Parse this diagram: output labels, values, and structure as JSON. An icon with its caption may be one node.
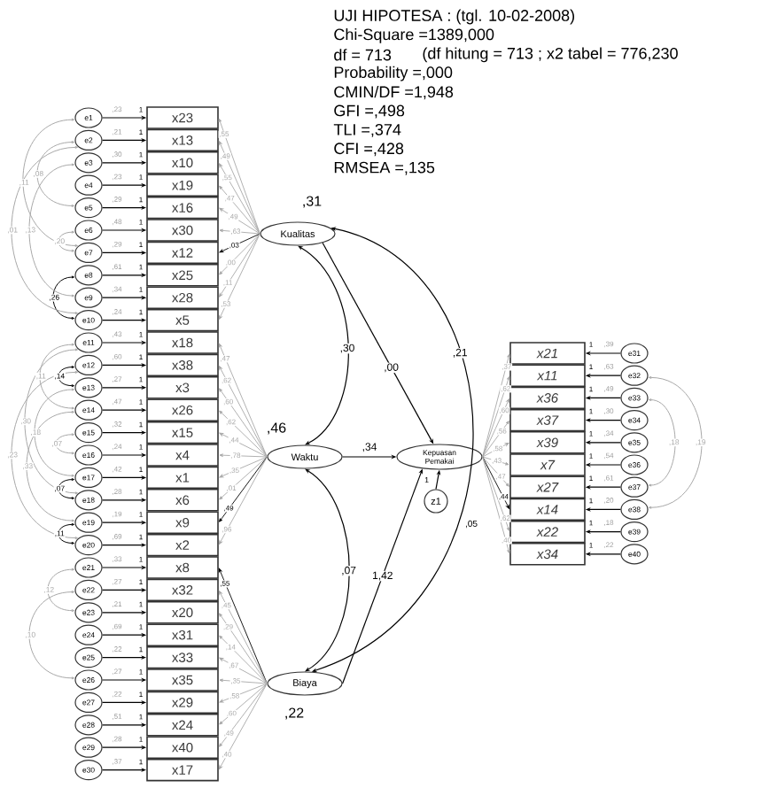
{
  "diagram": {
    "title": "UJI HIPOTESA : (tgl. 10-02-2008)",
    "nodes": [
      {
        "text": [
          "x23"
        ]
      },
      {
        "text": [
          "x13"
        ]
      },
      {
        "text": [
          "x10"
        ]
      },
      {
        "text": [
          "x19"
        ]
      },
      {
        "text": [
          "x16"
        ]
      },
      {
        "text": [
          "x30"
        ]
      },
      {
        "text": [
          "x12"
        ]
      },
      {
        "text": [
          "x25"
        ]
      },
      {
        "text": [
          "x28"
        ]
      },
      {
        "text": [
          "x5"
        ]
      },
      {
        "text": [
          "x18"
        ]
      },
      {
        "text": [
          "x38"
        ]
      },
      {
        "text": [
          "x3"
        ]
      },
      {
        "text": [
          "x26"
        ]
      },
      {
        "text": [
          "x15"
        ]
      },
      {
        "text": [
          "x4"
        ]
      },
      {
        "text": [
          "x1"
        ]
      },
      {
        "text": [
          "x6"
        ]
      },
      {
        "text": [
          "x9"
        ]
      },
      {
        "text": [
          "x2"
        ]
      },
      {
        "text": [
          "x8"
        ]
      },
      {
        "text": [
          "x32"
        ]
      },
      {
        "text": [
          "x20"
        ]
      },
      {
        "text": [
          "x31"
        ]
      },
      {
        "text": [
          "x33"
        ]
      },
      {
        "text": [
          "x35"
        ]
      },
      {
        "text": [
          "x29"
        ]
      },
      {
        "text": [
          "x24"
        ]
      },
      {
        "text": [
          "x40"
        ]
      },
      {
        "text": [
          "x17"
        ]
      },
      {
        "text": [
          "e1"
        ],
        "beside": [
          ",23"
        ]
      },
      {
        "text": [
          "e2"
        ],
        "beside": [
          ",21"
        ]
      },
      {
        "text": [
          "e3"
        ],
        "beside": [
          ",30"
        ]
      },
      {
        "text": [
          "e4"
        ],
        "beside": [
          ",23"
        ]
      },
      {
        "text": [
          "e5"
        ],
        "beside": [
          ",29"
        ]
      },
      {
        "text": [
          "e6"
        ],
        "beside": [
          ",48"
        ]
      },
      {
        "text": [
          "e7"
        ],
        "beside": [
          ",29"
        ]
      },
      {
        "text": [
          "e8"
        ],
        "beside": [
          ",61"
        ]
      },
      {
        "text": [
          "e9"
        ],
        "beside": [
          ",34"
        ]
      },
      {
        "text": [
          "e10"
        ],
        "beside": [
          ",24"
        ]
      },
      {
        "text": [
          "e11"
        ],
        "beside": [
          ",43"
        ]
      },
      {
        "text": [
          "e12"
        ],
        "beside": [
          ",60"
        ]
      },
      {
        "text": [
          "e13"
        ],
        "beside": [
          ",27"
        ]
      },
      {
        "text": [
          "e14"
        ],
        "beside": [
          ",47"
        ]
      },
      {
        "text": [
          "e15"
        ],
        "beside": [
          ",32"
        ]
      },
      {
        "text": [
          "e16"
        ],
        "beside": [
          ",24"
        ]
      },
      {
        "text": [
          "e17"
        ],
        "beside": [
          ",42"
        ]
      },
      {
        "text": [
          "e18"
        ],
        "beside": [
          ",28"
        ]
      },
      {
        "text": [
          "e19"
        ],
        "beside": [
          ",19"
        ]
      },
      {
        "text": [
          "e20"
        ],
        "beside": [
          ",69"
        ]
      },
      {
        "text": [
          "e21"
        ],
        "beside": [
          ",33"
        ]
      },
      {
        "text": [
          "e22"
        ],
        "beside": [
          ",27"
        ]
      },
      {
        "text": [
          "e23"
        ],
        "beside": [
          ",21"
        ]
      },
      {
        "text": [
          "e24"
        ],
        "beside": [
          ",69"
        ]
      },
      {
        "text": [
          "e25"
        ],
        "beside": [
          ",22"
        ]
      },
      {
        "text": [
          "e26"
        ],
        "beside": [
          ",27"
        ]
      },
      {
        "text": [
          "e27"
        ],
        "beside": [
          ",22"
        ]
      },
      {
        "text": [
          "e28"
        ],
        "beside": [
          ",51"
        ]
      },
      {
        "text": [
          "e29"
        ],
        "beside": [
          ",28"
        ]
      },
      {
        "text": [
          "e30"
        ],
        "beside": [
          ",37"
        ]
      },
      {
        "text": [
          "Kualitas"
        ],
        "beside": [
          ",31"
        ]
      },
      {
        "text": [
          "Waktu"
        ],
        "beside": [
          ",46"
        ]
      },
      {
        "text": [
          "Biaya"
        ],
        "beside": [
          ",22"
        ]
      },
      {
        "text": [
          "Kepuasan Pemakai"
        ]
      },
      {
        "text": [
          "z1"
        ],
        "beside": [
          ",05"
        ]
      },
      {
        "text": [
          "x21"
        ]
      },
      {
        "text": [
          "x11"
        ]
      },
      {
        "text": [
          "x36"
        ]
      },
      {
        "text": [
          "x37"
        ]
      },
      {
        "text": [
          "x39"
        ]
      },
      {
        "text": [
          "x7"
        ]
      },
      {
        "text": [
          "x27"
        ]
      },
      {
        "text": [
          "x14"
        ]
      },
      {
        "text": [
          "x22"
        ]
      },
      {
        "text": [
          "x34"
        ]
      },
      {
        "text": [
          "e31"
        ],
        "beside": [
          ",39"
        ]
      },
      {
        "text": [
          "e32"
        ],
        "beside": [
          ",63"
        ]
      },
      {
        "text": [
          "e33"
        ],
        "beside": [
          ",49"
        ]
      },
      {
        "text": [
          "e34"
        ],
        "beside": [
          ",30"
        ]
      },
      {
        "text": [
          "e35"
        ],
        "beside": [
          ",34"
        ]
      },
      {
        "text": [
          "e36"
        ],
        "beside": [
          ",54"
        ]
      },
      {
        "text": [
          "e37"
        ],
        "beside": [
          ",61"
        ]
      },
      {
        "text": [
          "e38"
        ],
        "beside": [
          ",20"
        ]
      },
      {
        "text": [
          "e39"
        ],
        "beside": [
          ",18"
        ]
      },
      {
        "text": [
          "e40"
        ],
        "beside": [
          ",22"
        ]
      }
    ],
    "edges": [
      {
        "from": 30,
        "to": 0,
        "arrow": "to",
        "label": "1"
      },
      {
        "from": 31,
        "to": 1,
        "arrow": "to",
        "label": "1"
      },
      {
        "from": 32,
        "to": 2,
        "arrow": "to",
        "label": "1"
      },
      {
        "from": 33,
        "to": 3,
        "arrow": "to",
        "label": "1"
      },
      {
        "from": 34,
        "to": 4,
        "arrow": "to",
        "label": "1"
      },
      {
        "from": 35,
        "to": 5,
        "arrow": "to",
        "label": "1"
      },
      {
        "from": 36,
        "to": 6,
        "arrow": "to",
        "label": "1"
      },
      {
        "from": 37,
        "to": 7,
        "arrow": "to",
        "label": "1"
      },
      {
        "from": 38,
        "to": 8,
        "arrow": "to",
        "label": "1"
      },
      {
        "from": 39,
        "to": 9,
        "arrow": "to",
        "label": "1"
      },
      {
        "from": 40,
        "to": 10,
        "arrow": "to",
        "label": "1"
      },
      {
        "from": 41,
        "to": 11,
        "arrow": "to",
        "label": "1"
      },
      {
        "from": 42,
        "to": 12,
        "arrow": "to",
        "label": "1"
      },
      {
        "from": 43,
        "to": 13,
        "arrow": "to",
        "label": "1"
      },
      {
        "from": 44,
        "to": 14,
        "arrow": "to",
        "label": "1"
      },
      {
        "from": 45,
        "to": 15,
        "arrow": "to",
        "label": "1"
      },
      {
        "from": 46,
        "to": 16,
        "arrow": "to",
        "label": "1"
      },
      {
        "from": 47,
        "to": 17,
        "arrow": "to",
        "label": "1"
      },
      {
        "from": 48,
        "to": 18,
        "arrow": "to",
        "label": "1"
      },
      {
        "from": 49,
        "to": 19,
        "arrow": "to",
        "label": "1"
      },
      {
        "from": 50,
        "to": 20,
        "arrow": "to",
        "label": "1"
      },
      {
        "from": 51,
        "to": 21,
        "arrow": "to",
        "label": "1"
      },
      {
        "from": 52,
        "to": 22,
        "arrow": "to",
        "label": "1"
      },
      {
        "from": 53,
        "to": 23,
        "arrow": "to",
        "label": "1"
      },
      {
        "from": 54,
        "to": 24,
        "arrow": "to",
        "label": "1"
      },
      {
        "from": 55,
        "to": 25,
        "arrow": "to",
        "label": "1"
      },
      {
        "from": 56,
        "to": 26,
        "arrow": "to",
        "label": "1"
      },
      {
        "from": 57,
        "to": 27,
        "arrow": "to",
        "label": "1"
      },
      {
        "from": 58,
        "to": 28,
        "arrow": "to",
        "label": "1"
      },
      {
        "from": 59,
        "to": 29,
        "arrow": "to",
        "label": "1"
      },
      {
        "from": 75,
        "to": 65,
        "arrow": "to",
        "label": "1"
      },
      {
        "from": 76,
        "to": 66,
        "arrow": "to",
        "label": "1"
      },
      {
        "from": 77,
        "to": 67,
        "arrow": "to",
        "label": "1"
      },
      {
        "from": 78,
        "to": 68,
        "arrow": "to",
        "label": "1"
      },
      {
        "from": 79,
        "to": 69,
        "arrow": "to",
        "label": "1"
      },
      {
        "from": 80,
        "to": 70,
        "arrow": "to",
        "label": "1"
      },
      {
        "from": 81,
        "to": 71,
        "arrow": "to",
        "label": "1"
      },
      {
        "from": 82,
        "to": 72,
        "arrow": "to",
        "label": "1"
      },
      {
        "from": 83,
        "to": 73,
        "arrow": "to",
        "label": "1"
      },
      {
        "from": 84,
        "to": 74,
        "arrow": "to",
        "label": "1"
      },
      {
        "from": 60,
        "to": 0,
        "arrow": "to",
        "label": ",55",
        "color": "#a8a8a8"
      },
      {
        "from": 60,
        "to": 1,
        "arrow": "to",
        "label": ",49",
        "color": "#a8a8a8"
      },
      {
        "from": 60,
        "to": 2,
        "arrow": "to",
        "label": ",55",
        "color": "#a8a8a8"
      },
      {
        "from": 60,
        "to": 3,
        "arrow": "to",
        "label": ",47",
        "color": "#a8a8a8"
      },
      {
        "from": 60,
        "to": 4,
        "arrow": "to",
        "label": ",49",
        "color": "#a8a8a8"
      },
      {
        "from": 60,
        "to": 5,
        "arrow": "to",
        "label": ",63",
        "color": "#a8a8a8"
      },
      {
        "from": 60,
        "to": 6,
        "arrow": "to",
        "label": ",03"
      },
      {
        "from": 60,
        "to": 7,
        "arrow": "to",
        "label": ",00",
        "color": "#a8a8a8"
      },
      {
        "from": 60,
        "to": 8,
        "arrow": "to",
        "label": ",11",
        "color": "#a8a8a8"
      },
      {
        "from": 60,
        "to": 9,
        "arrow": "to",
        "label": ",53",
        "color": "#a8a8a8"
      },
      {
        "from": 61,
        "to": 10,
        "arrow": "to",
        "label": ",47",
        "color": "#a8a8a8"
      },
      {
        "from": 61,
        "to": 11,
        "arrow": "to",
        "label": ",62",
        "color": "#a8a8a8"
      },
      {
        "from": 61,
        "to": 12,
        "arrow": "to",
        "label": ",60",
        "color": "#a8a8a8"
      },
      {
        "from": 61,
        "to": 13,
        "arrow": "to",
        "label": ",62",
        "color": "#a8a8a8"
      },
      {
        "from": 61,
        "to": 14,
        "arrow": "to",
        "label": ",44",
        "color": "#a8a8a8"
      },
      {
        "from": 61,
        "to": 15,
        "arrow": "to",
        "label": ",78",
        "color": "#a8a8a8"
      },
      {
        "from": 61,
        "to": 16,
        "arrow": "to",
        "label": ",35",
        "color": "#a8a8a8"
      },
      {
        "from": 61,
        "to": 17,
        "arrow": "to",
        "label": ",01",
        "color": "#a8a8a8"
      },
      {
        "from": 61,
        "to": 18,
        "arrow": "to",
        "label": ",49"
      },
      {
        "from": 61,
        "to": 19,
        "arrow": "to",
        "label": ",96",
        "color": "#a8a8a8"
      },
      {
        "from": 62,
        "to": 20,
        "arrow": "to",
        "label": ",55"
      },
      {
        "from": 62,
        "to": 21,
        "arrow": "to",
        "label": ",45",
        "color": "#a8a8a8"
      },
      {
        "from": 62,
        "to": 22,
        "arrow": "to",
        "label": ",29",
        "color": "#a8a8a8"
      },
      {
        "from": 62,
        "to": 23,
        "arrow": "to",
        "label": ",14",
        "color": "#a8a8a8"
      },
      {
        "from": 62,
        "to": 24,
        "arrow": "to",
        "label": ",67",
        "color": "#a8a8a8"
      },
      {
        "from": 62,
        "to": 25,
        "arrow": "to",
        "label": ",35",
        "color": "#a8a8a8"
      },
      {
        "from": 62,
        "to": 26,
        "arrow": "to",
        "label": ",58",
        "color": "#a8a8a8"
      },
      {
        "from": 62,
        "to": 27,
        "arrow": "to",
        "label": ",60",
        "color": "#a8a8a8"
      },
      {
        "from": 62,
        "to": 28,
        "arrow": "to",
        "label": ",49",
        "color": "#a8a8a8"
      },
      {
        "from": 62,
        "to": 29,
        "arrow": "to",
        "label": ",40",
        "color": "#a8a8a8"
      },
      {
        "from": 63,
        "to": 65,
        "arrow": "to",
        "label": ",37",
        "color": "#a8a8a8"
      },
      {
        "from": 63,
        "to": 66,
        "arrow": "to",
        "label": ",62",
        "color": "#a8a8a8"
      },
      {
        "from": 63,
        "to": 67,
        "arrow": "to",
        "label": ",60",
        "color": "#a8a8a8"
      },
      {
        "from": 63,
        "to": 68,
        "arrow": "to",
        "label": ",56",
        "color": "#a8a8a8"
      },
      {
        "from": 63,
        "to": 69,
        "arrow": "to",
        "label": ",58",
        "color": "#a8a8a8"
      },
      {
        "from": 63,
        "to": 70,
        "arrow": "to",
        "label": ",43",
        "color": "#a8a8a8"
      },
      {
        "from": 63,
        "to": 71,
        "arrow": "to",
        "label": ",47",
        "color": "#a8a8a8"
      },
      {
        "from": 63,
        "to": 72,
        "arrow": "to",
        "label": ",44"
      },
      {
        "from": 63,
        "to": 73,
        "arrow": "to",
        "label": ",62",
        "color": "#a8a8a8"
      },
      {
        "from": 63,
        "to": 74,
        "arrow": "to",
        "label": ",40",
        "color": "#a8a8a8"
      },
      {
        "from": 60,
        "to": 63,
        "arrow": "to",
        "label": ",00"
      },
      {
        "from": 61,
        "to": 63,
        "arrow": "to",
        "label": ",34"
      },
      {
        "from": 62,
        "to": 63,
        "arrow": "to",
        "label": "1,42"
      },
      {
        "from": 64,
        "to": 63,
        "arrow": "to",
        "label": "1"
      },
      {
        "from": 60,
        "to": 61,
        "arrow": "both",
        "label": ",30"
      },
      {
        "from": 61,
        "to": 62,
        "arrow": "both",
        "label": ",07"
      },
      {
        "from": 60,
        "to": 62,
        "arrow": "both",
        "label": ",21"
      },
      {
        "from": 35,
        "to": 36,
        "arrow": "both",
        "label": ",20",
        "color": "#a8a8a8"
      },
      {
        "from": 37,
        "to": 39,
        "arrow": "both",
        "label": ",26"
      },
      {
        "from": 31,
        "to": 34,
        "arrow": "both",
        "label": ",08",
        "color": "#a8a8a8"
      },
      {
        "from": 30,
        "to": 36,
        "arrow": "both",
        "label": ",11",
        "color": "#a8a8a8"
      },
      {
        "from": 32,
        "to": 38,
        "arrow": "both",
        "label": ",13",
        "color": "#a8a8a8"
      },
      {
        "from": 31,
        "to": 39,
        "arrow": "both",
        "label": ",01",
        "color": "#a8a8a8"
      },
      {
        "from": 41,
        "to": 42,
        "arrow": "both",
        "label": ",14"
      },
      {
        "from": 40,
        "to": 43,
        "arrow": "both",
        "label": ",11",
        "color": "#a8a8a8"
      },
      {
        "from": 40,
        "to": 47,
        "arrow": "both",
        "label": ",30",
        "color": "#a8a8a8"
      },
      {
        "from": 42,
        "to": 46,
        "arrow": "both",
        "label": ",18",
        "color": "#a8a8a8"
      },
      {
        "from": 44,
        "to": 45,
        "arrow": "both",
        "label": ",07",
        "color": "#a8a8a8"
      },
      {
        "from": 41,
        "to": 49,
        "arrow": "both",
        "label": ",23",
        "color": "#a8a8a8"
      },
      {
        "from": 43,
        "to": 48,
        "arrow": "both",
        "label": ",33",
        "color": "#a8a8a8"
      },
      {
        "from": 46,
        "to": 47,
        "arrow": "both",
        "label": ",07"
      },
      {
        "from": 48,
        "to": 49,
        "arrow": "both",
        "label": ",11"
      },
      {
        "from": 50,
        "to": 52,
        "arrow": "both",
        "label": ",12",
        "color": "#a8a8a8"
      },
      {
        "from": 51,
        "to": 55,
        "arrow": "both",
        "label": ",10",
        "color": "#a8a8a8"
      },
      {
        "from": 77,
        "to": 81,
        "arrow": "both",
        "label": ",18",
        "color": "#a8a8a8"
      },
      {
        "from": 76,
        "to": 82,
        "arrow": "both",
        "label": ",19",
        "color": "#a8a8a8"
      }
    ],
    "labels": [
      "Chi-Square =1389,000",
      "df = 713",
      "(df hitung = 713 ; x2 tabel = 776,230",
      "Probability =,000",
      "CMIN/DF =1,948",
      "GFI =,498",
      "TLI =,374",
      "CFI =,428",
      "RMSEA =,135"
    ]
  }
}
